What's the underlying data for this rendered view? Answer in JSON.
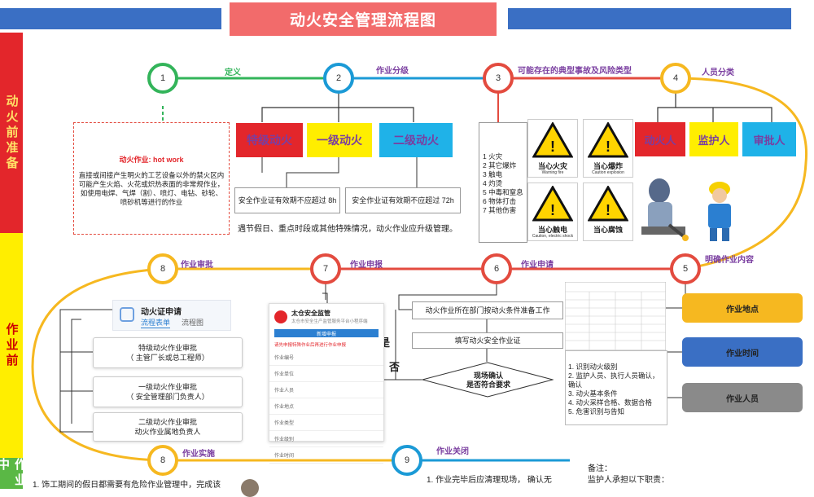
{
  "title": "动火安全管理流程图",
  "sections": {
    "top": "动火前准备",
    "middle": "作业前",
    "bottom": "作业中"
  },
  "steps": [
    {
      "num": "1",
      "label": "定义"
    },
    {
      "num": "2",
      "label": "作业分级"
    },
    {
      "num": "3",
      "label": "可能存在的典型事故及风险类型"
    },
    {
      "num": "4",
      "label": "人员分类"
    },
    {
      "num": "5",
      "label": "明确作业内容"
    },
    {
      "num": "6",
      "label": "作业申请"
    },
    {
      "num": "7",
      "label": "作业申报"
    },
    {
      "num": "8",
      "label": "作业审批"
    },
    {
      "num": "8",
      "label": "作业实施"
    },
    {
      "num": "9",
      "label": "作业关闭"
    }
  ],
  "definition": {
    "heading": "动火作业:  hot work",
    "body": "直接或间接产生明火的工艺设备以外的禁火区内可能产生火焰、火花或炽热表面的非常规作业，如使用电焊、气焊（割）、喷灯、电钻、砂轮、喷砂机等进行的作业"
  },
  "levels": {
    "special": "特级动火",
    "first": "一级动火",
    "second": "二级动火",
    "first_validity": "安全作业证有效期不应超过  8h",
    "second_validity": "安全作业证有效期不应超过  72h",
    "holiday_note": "遇节假日、重点时段或其他特殊情况，动火作业应升级管理。"
  },
  "hazards": {
    "list": [
      "1 火灾",
      "2 其它爆炸",
      "3 触电",
      "4 灼烫",
      "5 中毒和窒息",
      "6 物体打击",
      "7 其他伤害"
    ],
    "signs": [
      {
        "text": "当心火灾",
        "sub": "Warning fire"
      },
      {
        "text": "当心爆炸",
        "sub": "Caution explosion"
      },
      {
        "text": "当心触电",
        "sub": "Caution, electric shock"
      },
      {
        "text": "当心腐蚀",
        "sub": ""
      }
    ]
  },
  "roles": [
    "动火人",
    "监护人",
    "审批人"
  ],
  "work_content": [
    "作业地点",
    "作业时间",
    "作业人员"
  ],
  "application": {
    "step1": "动火作业所在部门按动火条件准备工作",
    "step2": "填写动火安全作业证",
    "decision": "现场确认\n是否符合要求",
    "yes": "是",
    "no": "否",
    "checklist": [
      "1. 识别动火级别",
      "2. 监护人员、执行人员确认，确认",
      "3. 动火基本条件",
      "4. 动火采样合格、数据合格",
      "5. 危害识别与告知"
    ]
  },
  "declare": {
    "app_name": "太仓安全监管",
    "app_sub": "太仓市安全生产监管服务平台小程序端",
    "notice": "请先申报特殊作业后再进行作业申报",
    "btn": "新增申报",
    "fields": [
      "作业编号",
      "作业单位",
      "作业人员",
      "作业地点",
      "作业类型",
      "作业级别",
      "作业时间"
    ]
  },
  "approval": {
    "tab_title": "动火证申请",
    "tab1": "流程表单",
    "tab2": "流程图",
    "special": [
      "特级动火作业审批",
      "（ 主管厂长或总工程师）"
    ],
    "first": [
      "一级动火作业审批",
      "（ 安全管理部门负责人）"
    ],
    "second": [
      "二级动火作业审批",
      "动火作业属地负责人"
    ]
  },
  "bottom": {
    "left_text": "1. 饰工期间的假日都需要有危险作业管理中，完成该",
    "close_text": "1. 作业完毕后应清理现场， 确认无",
    "remark_title": "备注：",
    "remark_line": "监护人承担以下职责："
  },
  "colors": {
    "title_bg": "#f26b6b",
    "header_bar": "#3a6fc4",
    "red": "#e3262b",
    "yellow": "#ffee00",
    "cyan": "#1fb2e8",
    "green": "#5ab845",
    "step_green": "#33b45a",
    "step_blue": "#1b9ad6",
    "step_red": "#e34b3f",
    "step_orange": "#f6b820"
  }
}
